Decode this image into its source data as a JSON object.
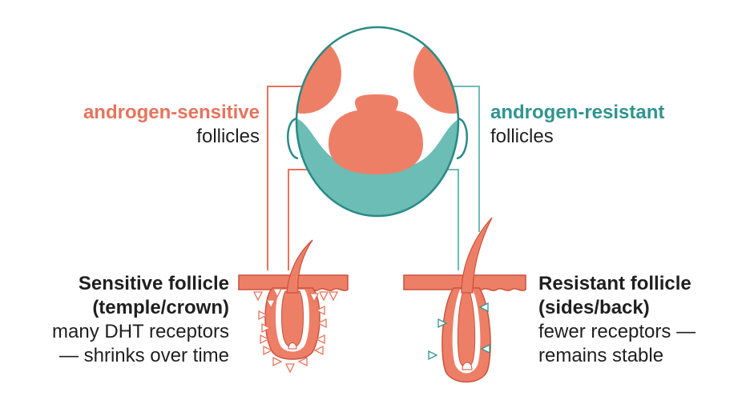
{
  "colors": {
    "sensitive": "#ee7f67",
    "sensitive_line": "#e8735c",
    "resistant": "#6bbdb5",
    "resistant_line": "#2f948f",
    "outline": "#2a8a86",
    "text": "#1f1f1f"
  },
  "head": {
    "left_label": {
      "emphasis": "androgen-sensitive",
      "rest": "follicles"
    },
    "right_label": {
      "emphasis": "androgen-resistant",
      "rest": "follicles"
    }
  },
  "sensitive_follicle": {
    "title_line1": "Sensitive follicle",
    "title_line2": "(temple/crown)",
    "desc_line1": "many DHT receptors",
    "desc_line2": "— shrinks over time",
    "receptor_icon": "triangle-receptor-icon",
    "receptor_level": "many"
  },
  "resistant_follicle": {
    "title_line1": "Resistant follicle",
    "title_line2": "(sides/back)",
    "desc_line1": "fewer receptors —",
    "desc_line2": "remains stable",
    "receptor_icon": "triangle-receptor-icon",
    "receptor_level": "few"
  }
}
